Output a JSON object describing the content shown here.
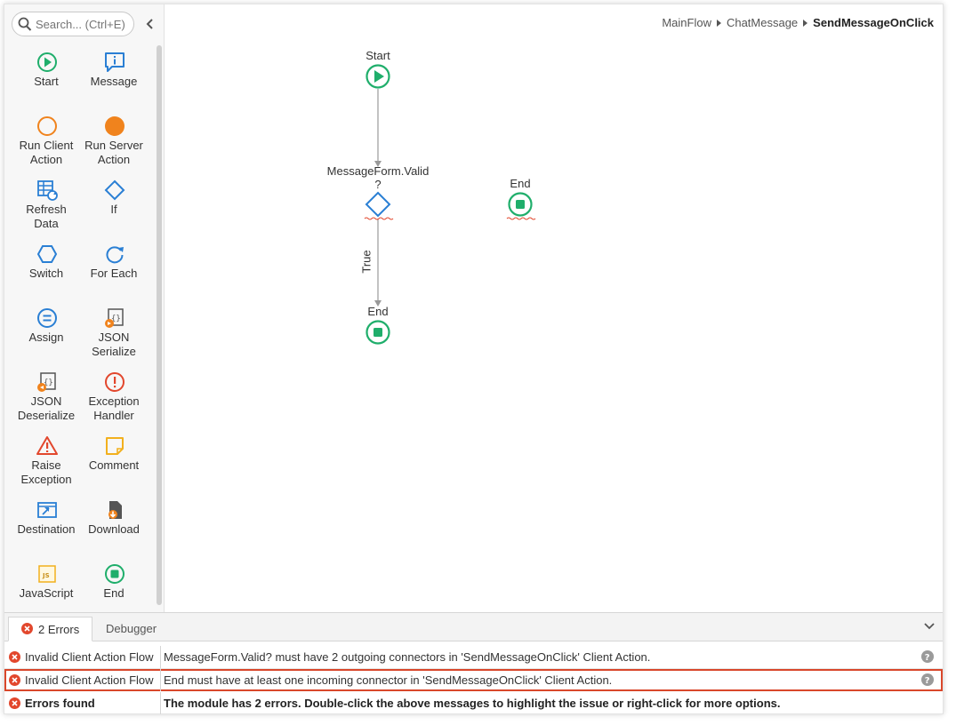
{
  "toolbox": {
    "search_placeholder": "Search... (Ctrl+E)",
    "tools": [
      {
        "label": "Start",
        "icon": "start-icon"
      },
      {
        "label": "Message",
        "icon": "message-icon"
      },
      {
        "label": "Run Client Action",
        "icon": "run-client-action-icon"
      },
      {
        "label": "Run Server Action",
        "icon": "run-server-action-icon"
      },
      {
        "label": "Refresh Data",
        "icon": "refresh-data-icon"
      },
      {
        "label": "If",
        "icon": "if-icon"
      },
      {
        "label": "Switch",
        "icon": "switch-icon"
      },
      {
        "label": "For Each",
        "icon": "for-each-icon"
      },
      {
        "label": "Assign",
        "icon": "assign-icon"
      },
      {
        "label": "JSON Serialize",
        "icon": "json-serialize-icon"
      },
      {
        "label": "JSON Deserialize",
        "icon": "json-deserialize-icon"
      },
      {
        "label": "Exception Handler",
        "icon": "exception-handler-icon"
      },
      {
        "label": "Raise Exception",
        "icon": "raise-exception-icon"
      },
      {
        "label": "Comment",
        "icon": "comment-icon"
      },
      {
        "label": "Destination",
        "icon": "destination-icon"
      },
      {
        "label": "Download",
        "icon": "download-icon"
      },
      {
        "label": "JavaScript",
        "icon": "javascript-icon"
      },
      {
        "label": "End",
        "icon": "end-icon"
      }
    ]
  },
  "breadcrumb": {
    "items": [
      "MainFlow",
      "ChatMessage"
    ],
    "current": "SendMessageOnClick"
  },
  "flow": {
    "start_label": "Start",
    "if_label_line1": "MessageForm.Valid",
    "if_label_line2": "?",
    "true_label": "True",
    "end_label_1": "End",
    "end_label_2": "End"
  },
  "panel": {
    "tabs": [
      {
        "label": "2 Errors",
        "active": true
      },
      {
        "label": "Debugger",
        "active": false
      }
    ],
    "errors": [
      {
        "type": "Invalid Client Action Flow",
        "message": "MessageForm.Valid? must have 2 outgoing connectors in 'SendMessageOnClick' Client Action."
      },
      {
        "type": "Invalid Client Action Flow",
        "message": "End must have at least one incoming connector in 'SendMessageOnClick' Client Action."
      }
    ],
    "summary": {
      "type": "Errors found",
      "message": "The module has 2 errors. Double-click the above messages to highlight the issue or right-click for more options."
    }
  },
  "colors": {
    "green": "#1fae6b",
    "blue": "#2a7fd4",
    "orange": "#f0831d",
    "red": "#e2472d",
    "yellow": "#f2b01e"
  }
}
